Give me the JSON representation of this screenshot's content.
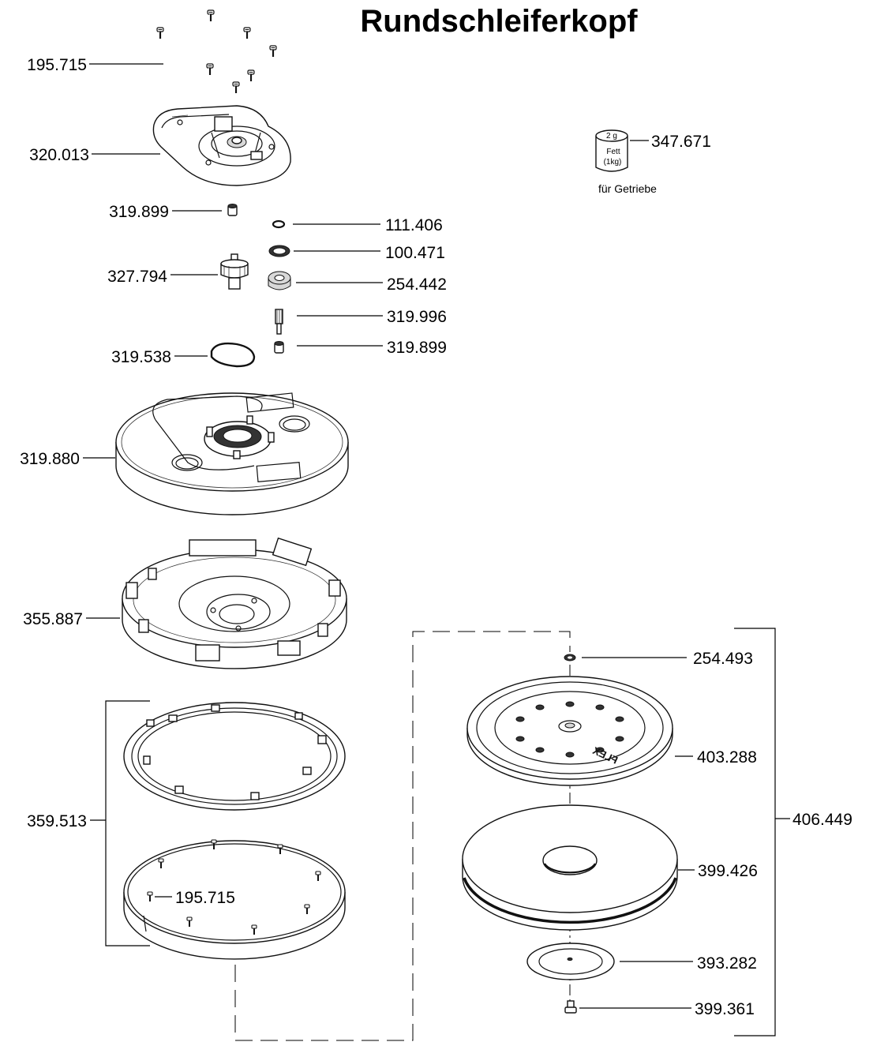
{
  "title": "Rundschleiferkopf",
  "grease": {
    "amount": "2 g",
    "name": "Fett",
    "pack": "(1kg)",
    "note": "für Getriebe",
    "part_number": "347.671"
  },
  "brand_mark": "FLEX",
  "parts": [
    {
      "id": "p-195-715-top",
      "number": "195.715"
    },
    {
      "id": "p-320-013",
      "number": "320.013"
    },
    {
      "id": "p-319-899-a",
      "number": "319.899"
    },
    {
      "id": "p-111-406",
      "number": "111.406"
    },
    {
      "id": "p-100-471",
      "number": "100.471"
    },
    {
      "id": "p-327-794",
      "number": "327.794"
    },
    {
      "id": "p-254-442",
      "number": "254.442"
    },
    {
      "id": "p-319-996",
      "number": "319.996"
    },
    {
      "id": "p-319-899-b",
      "number": "319.899"
    },
    {
      "id": "p-319-538",
      "number": "319.538"
    },
    {
      "id": "p-319-880",
      "number": "319.880"
    },
    {
      "id": "p-355-887",
      "number": "355.887"
    },
    {
      "id": "p-254-493",
      "number": "254.493"
    },
    {
      "id": "p-403-288",
      "number": "403.288"
    },
    {
      "id": "p-406-449",
      "number": "406.449"
    },
    {
      "id": "p-359-513",
      "number": "359.513"
    },
    {
      "id": "p-399-426",
      "number": "399.426"
    },
    {
      "id": "p-195-715-ring",
      "number": "195.715"
    },
    {
      "id": "p-393-282",
      "number": "393.282"
    },
    {
      "id": "p-399-361",
      "number": "399.361"
    }
  ]
}
